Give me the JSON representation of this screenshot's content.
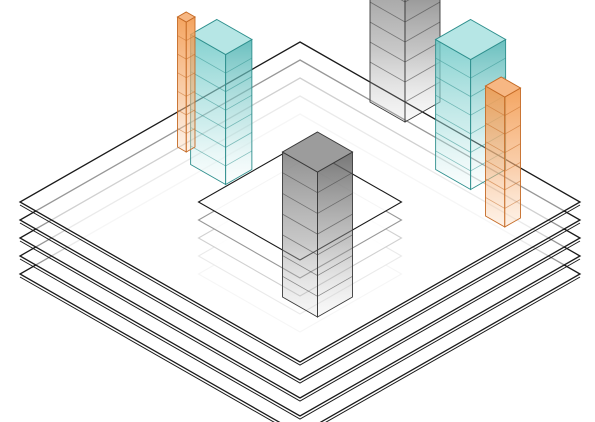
{
  "diagram": {
    "type": "isometric-architecture-diagram",
    "floor_count": 5,
    "colors": {
      "background": "#ffffff",
      "floor_stroke": "#1a1a1a",
      "core_gray": "#8a8a8a",
      "core_teal": "#6fc9c8",
      "core_orange": "#f3a25c"
    },
    "elements": [
      {
        "name": "floor-plates",
        "count": 5
      },
      {
        "name": "gray-core-back"
      },
      {
        "name": "gray-core-front"
      },
      {
        "name": "teal-core-left"
      },
      {
        "name": "teal-core-right"
      },
      {
        "name": "orange-core-left"
      },
      {
        "name": "orange-core-right"
      }
    ]
  }
}
